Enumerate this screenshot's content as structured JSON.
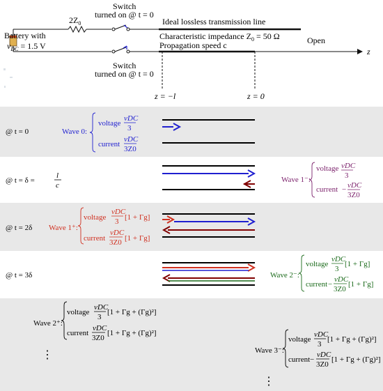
{
  "circuit": {
    "battery_line1": "Battery with",
    "battery_line2": "v",
    "battery_sub": "DC",
    "battery_value": " = 1.5 V",
    "resistor": "2Z",
    "resistor_sub": "0",
    "switch_top_l1": "Switch",
    "switch_top_l2": "turned on @ t = 0",
    "switch_bot_l1": "Switch",
    "switch_bot_l2": "turned on @ t = 0",
    "line_title": "Ideal lossless transmission line",
    "impedance": "Characteristic impedance Z",
    "impedance_sub": "0",
    "impedance_val": " = 50 Ω",
    "speed": "Propagation speed c",
    "open": "Open",
    "z_axis": "z",
    "z_left": "z = −l",
    "z_right": "z = 0"
  },
  "rows": {
    "r0": {
      "time": "@ t = 0",
      "wave_name": "Wave 0:",
      "voltage_lbl": "voltage",
      "voltage_num": "vDC",
      "voltage_den": "3",
      "current_lbl": "current",
      "current_num": "vDC",
      "current_den": "3Z0"
    },
    "r1": {
      "time_a": "@ t = δ = ",
      "time_num": "l",
      "time_den": "c",
      "wave_name": "Wave 1⁻:",
      "voltage_lbl": "voltage",
      "voltage_num": "vDC",
      "voltage_den": "3",
      "current_lbl": "current",
      "current_sign": "−",
      "current_num": "vDC",
      "current_den": "3Z0"
    },
    "r2": {
      "time": "@ t = 2δ",
      "wave_name": "Wave 1⁺:",
      "voltage_lbl": "voltage",
      "current_lbl": "current",
      "factor": "[1 + Γg]"
    },
    "r3": {
      "time": "@ t = 3δ",
      "wave_name": "Wave 2⁻:",
      "voltage_lbl": "voltage",
      "current_lbl": "current",
      "current_sign": "−",
      "factor": "[1 + Γg]"
    },
    "r4": {
      "wave_a_name": "Wave 2⁺:",
      "wave_b_name": "Wave 3⁻:",
      "voltage_lbl": "voltage",
      "current_lbl": "current",
      "current_sign": "−",
      "factor": "[1 + Γg + (Γg)²]",
      "ellipsis": "⋮"
    }
  },
  "colors": {
    "blue": "#1f1fd0",
    "maroon": "#800000",
    "purple": "#7a1f6a",
    "red": "#d03020",
    "green": "#1a6a1a",
    "band": "#e8e8e8"
  }
}
